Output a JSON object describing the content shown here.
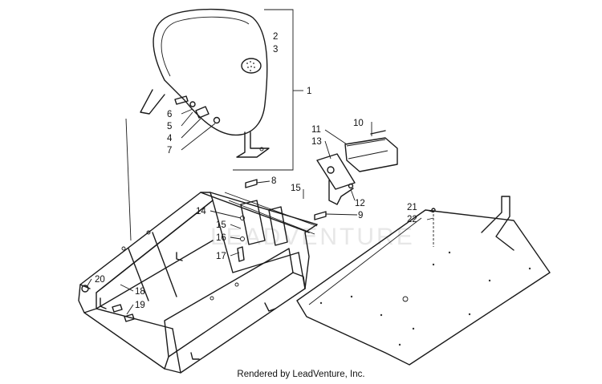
{
  "watermark": "LEADVENTURE",
  "footer": "Rendered by LeadVenture, Inc.",
  "callouts": [
    {
      "id": "c1",
      "text": "1"
    },
    {
      "id": "c2",
      "text": "2"
    },
    {
      "id": "c3",
      "text": "3"
    },
    {
      "id": "c4",
      "text": "4"
    },
    {
      "id": "c5",
      "text": "5"
    },
    {
      "id": "c6",
      "text": "6"
    },
    {
      "id": "c7",
      "text": "7"
    },
    {
      "id": "c8",
      "text": "8"
    },
    {
      "id": "c9",
      "text": "9"
    },
    {
      "id": "c10",
      "text": "10"
    },
    {
      "id": "c11",
      "text": "11"
    },
    {
      "id": "c12",
      "text": "12"
    },
    {
      "id": "c13",
      "text": "13"
    },
    {
      "id": "c14",
      "text": "14"
    },
    {
      "id": "c15a",
      "text": "15"
    },
    {
      "id": "c15b",
      "text": "15"
    },
    {
      "id": "c16",
      "text": "16"
    },
    {
      "id": "c17",
      "text": "17"
    },
    {
      "id": "c18",
      "text": "18"
    },
    {
      "id": "c19",
      "text": "19"
    },
    {
      "id": "c20",
      "text": "20"
    },
    {
      "id": "c21",
      "text": "21"
    },
    {
      "id": "c22",
      "text": "22"
    }
  ]
}
